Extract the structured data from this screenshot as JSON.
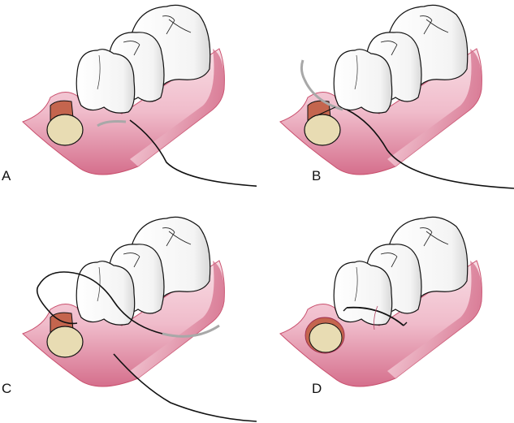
{
  "figure": {
    "description": "Four-step illustration of suturing a socket flap adjacent to molar teeth",
    "colors": {
      "gum_light": "#f6d3dc",
      "gum_mid": "#eaa3b6",
      "gum_dark": "#c9506e",
      "bone": "#e8dcb3",
      "socket_red": "#c4654e",
      "tooth": "#ffffff",
      "suture": "#111111",
      "needle": "#a8a8a8"
    },
    "panels": [
      {
        "id": "A",
        "label": "A",
        "step": "Needle passed through flap; suture trailing"
      },
      {
        "id": "B",
        "label": "B",
        "step": "Needle passed through socket region"
      },
      {
        "id": "C",
        "label": "C",
        "step": "Suture looped over teeth; needle on lingual side"
      },
      {
        "id": "D",
        "label": "D",
        "step": "Suture tied over socket"
      }
    ]
  }
}
